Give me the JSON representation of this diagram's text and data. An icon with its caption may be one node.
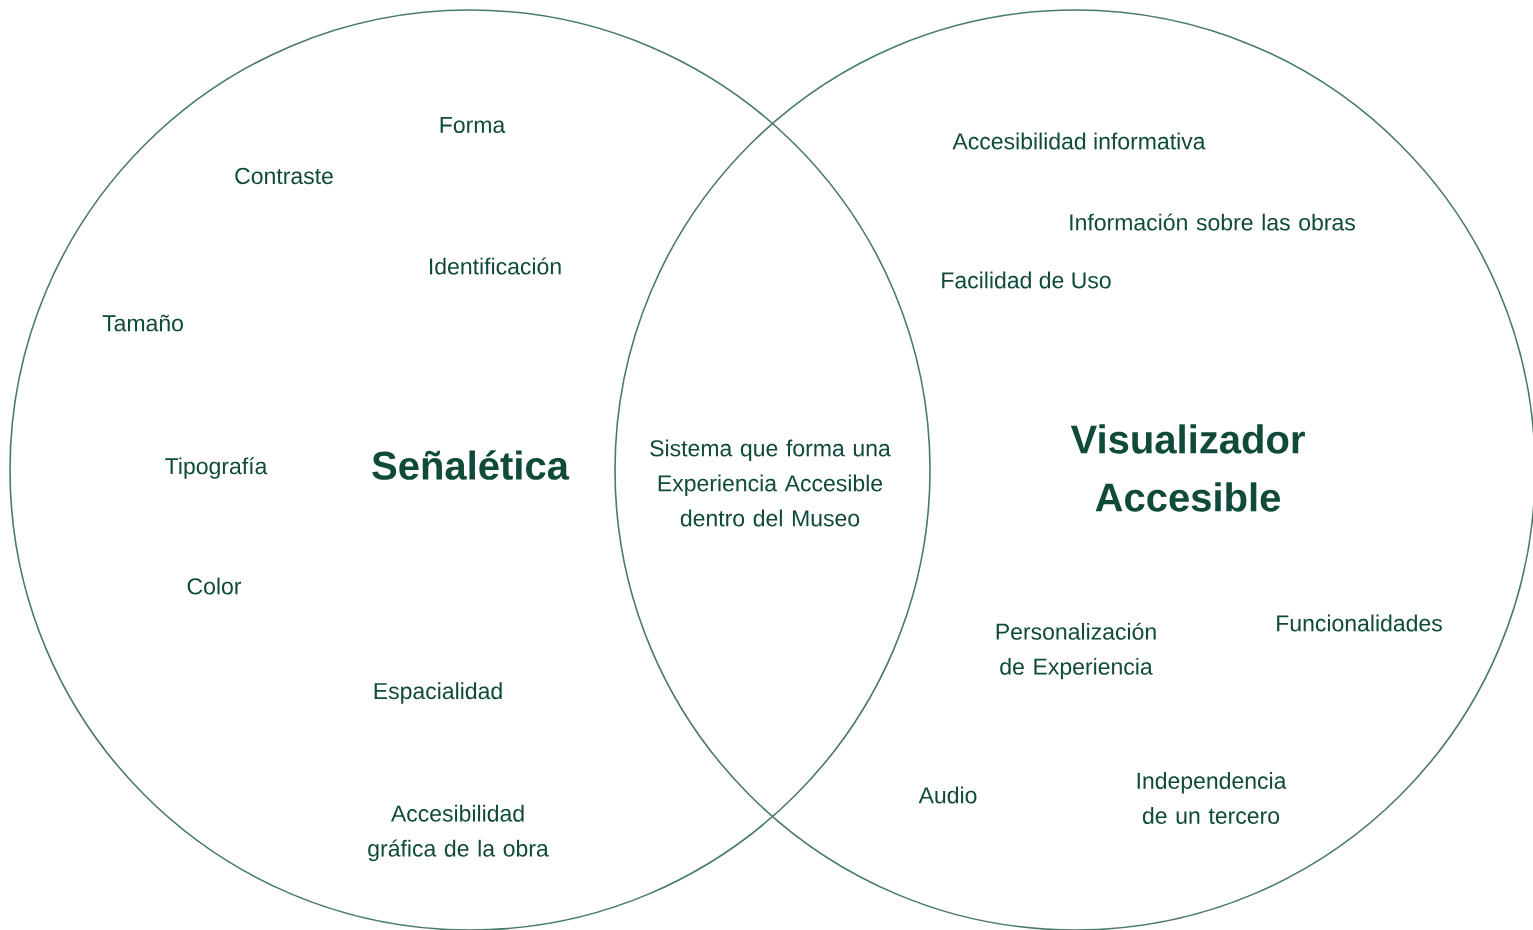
{
  "diagram": {
    "nodes": [
      {
        "text": [
          "Señalética"
        ]
      },
      {
        "text": [
          "Visualizador Accesible"
        ]
      }
    ],
    "edges": [],
    "labels": [
      "Forma",
      "Contraste",
      "Identificación",
      "Tamaño",
      "Tipografía",
      "Color",
      "Espacialidad",
      "Accesibilidad gráfica de la obra",
      "Sistema que forma una Experiencia Accesible dentro del Museo",
      "Accesibilidad informativa",
      "Información sobre las obras",
      "Facilidad de Uso",
      "Personalización de Experiencia",
      "Funcionalidades",
      "Audio",
      "Independencia de un tercero"
    ]
  }
}
